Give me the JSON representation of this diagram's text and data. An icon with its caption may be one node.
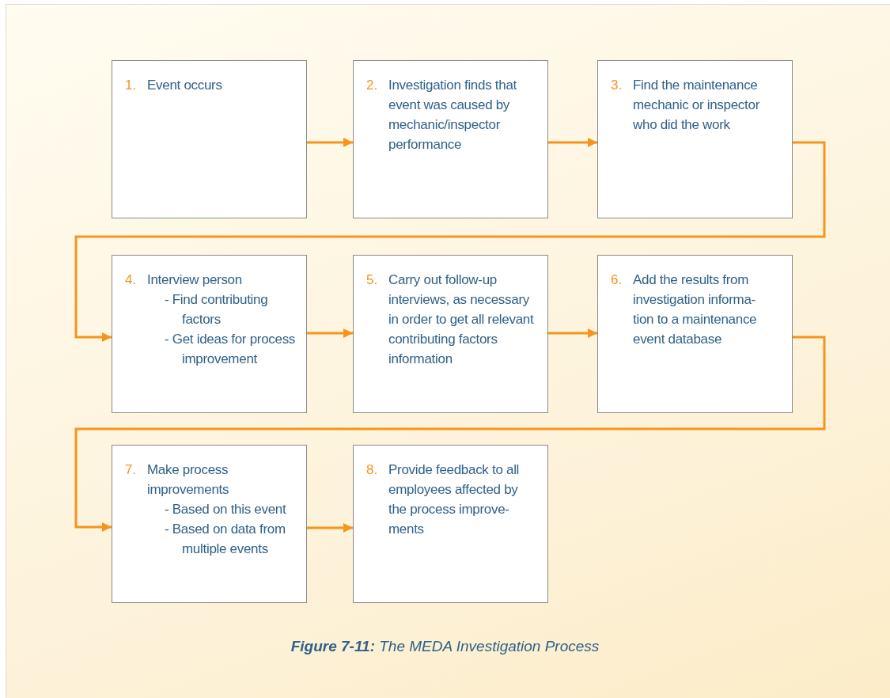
{
  "diagram": {
    "caption": "**Figure 7-11:** The MEDA Investigation Process",
    "nodes": [
      {
        "text": [
          "1.",
          "Event occurs"
        ]
      },
      {
        "text": [
          "2.",
          "Investigation finds that event was caused by mechanic/inspector performance"
        ]
      },
      {
        "text": [
          "3.",
          "Find the maintenance mechanic or inspector who did the work"
        ]
      },
      {
        "text": [
          "4.",
          "Interview person",
          "- Find contributing factors",
          "- Get ideas for process improvement"
        ]
      },
      {
        "text": [
          "5.",
          "Carry out follow-up interviews, as necessary in order to get all relevant contributing factors information"
        ]
      },
      {
        "text": [
          "6.",
          "Add the results from investigation informa- tion to a maintenance event database"
        ]
      },
      {
        "text": [
          "7.",
          "Make process improvements",
          "- Based on this event",
          "- Based on data from multiple events"
        ]
      },
      {
        "text": [
          "8.",
          "Provide feedback to all employees affected by the process improve- ments"
        ]
      }
    ],
    "edges": [
      {
        "from": 0,
        "to": 1,
        "arrow": "to"
      },
      {
        "from": 1,
        "to": 2,
        "arrow": "to"
      },
      {
        "from": 2,
        "to": 3,
        "arrow": "to"
      },
      {
        "from": 3,
        "to": 4,
        "arrow": "to"
      },
      {
        "from": 4,
        "to": 5,
        "arrow": "to"
      },
      {
        "from": 5,
        "to": 6,
        "arrow": "to"
      },
      {
        "from": 6,
        "to": 7,
        "arrow": "to"
      }
    ]
  }
}
